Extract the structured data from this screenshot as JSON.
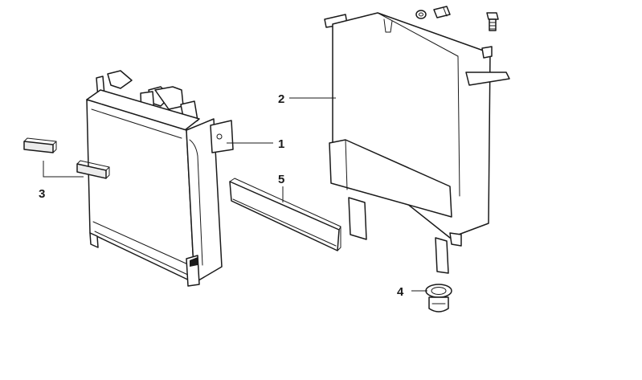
{
  "callouts": [
    {
      "id": "1",
      "label": "1"
    },
    {
      "id": "2",
      "label": "2"
    },
    {
      "id": "3",
      "label": "3"
    },
    {
      "id": "4",
      "label": "4"
    },
    {
      "id": "5",
      "label": "5"
    }
  ],
  "colors": {
    "line": "#1a1a1a",
    "background": "#ffffff",
    "shade": "#ececec"
  }
}
